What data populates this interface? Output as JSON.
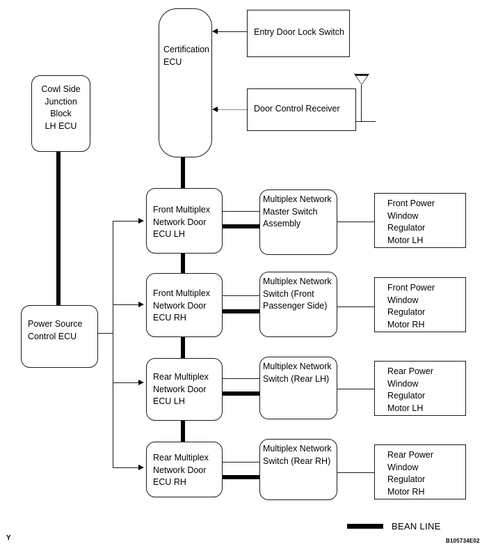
{
  "diagram": {
    "figure_code": "B105734E02",
    "corner_mark": "Y",
    "legend": {
      "bean_line_label": "BEAN LINE",
      "bean_color": "#000000"
    },
    "nodes": {
      "cowl_side_junction": "Cowl Side\nJunction\nBlock\nLH ECU",
      "power_source_control_ecu": "Power Source\nControl ECU",
      "certification_ecu": "Certification\nECU",
      "entry_door_lock_switch": "Entry Door Lock Switch",
      "door_control_receiver": "Door Control Receiver",
      "front_door_ecu_lh": "Front Multiplex\nNetwork Door\nECU LH",
      "front_door_ecu_rh": "Front Multiplex\nNetwork Door\nECU RH",
      "rear_door_ecu_lh": "Rear Multiplex\nNetwork Door\nECU  LH",
      "rear_door_ecu_rh": "Rear Multiplex\nNetwork Door\nECU  RH",
      "switch_master": "Multiplex Network\nMaster Switch\nAssembly",
      "switch_front_passenger": "Multiplex Network\nSwitch (Front\nPassenger Side)",
      "switch_rear_lh": "Multiplex Network\nSwitch (Rear LH)",
      "switch_rear_rh": "Multiplex Network\nSwitch (Rear RH)",
      "motor_front_lh": "Front Power\nWindow\nRegulator\nMotor LH",
      "motor_front_rh": "Front Power\nWindow\nRegulator\nMotor RH",
      "motor_rear_lh": "Rear Power\nWindow\nRegulator\nMotor LH",
      "motor_rear_rh": "Rear Power\nWindow\nRegulator\nMotor RH"
    }
  }
}
